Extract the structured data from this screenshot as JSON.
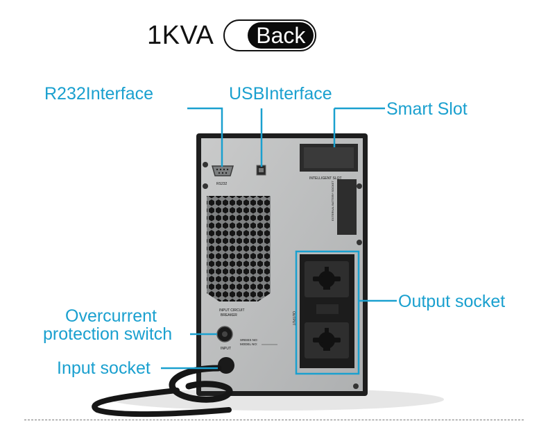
{
  "header": {
    "title": "1KVA",
    "back_label": "Back"
  },
  "callouts": {
    "rs232": "R232Interface",
    "usb": "USBInterface",
    "smart_slot": "Smart Slot",
    "overcurrent_line1": "Overcurrent",
    "overcurrent_line2": "protection switch",
    "input_socket": "Input socket",
    "output_socket": "Output socket"
  },
  "panel_text": {
    "rs232": "RS232",
    "intelligent_slot": "INTELLIGENT SLOT",
    "external_battery": "EXTERNAL BATTERY SOCKET",
    "breaker_line1": "INPUT CIRCUIT",
    "breaker_line2": "BREAKER",
    "input": "INPUT",
    "series": "SREIES NO:",
    "model": "MODEL NO:",
    "output": "OUTPUT"
  },
  "colors": {
    "accent": "#1aa0cf",
    "panel": "#bfc0c1",
    "frame": "#1e1e1e"
  }
}
